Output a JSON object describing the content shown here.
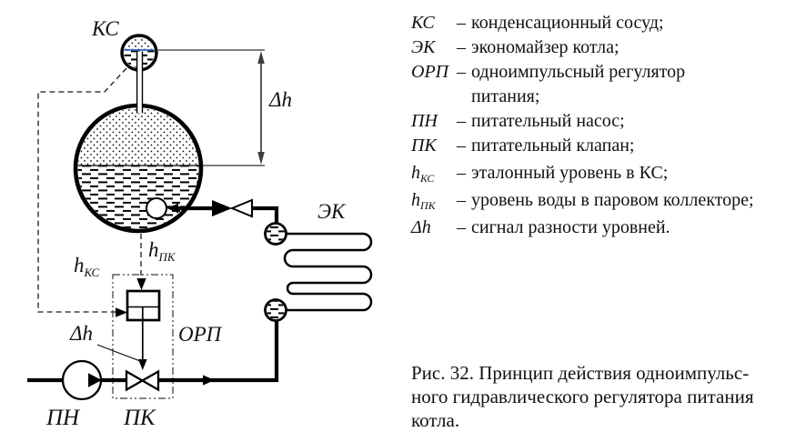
{
  "diagram": {
    "labels": {
      "kc": "КС",
      "delta_h_top": "Δh",
      "ek": "ЭК",
      "h_pk_base": "h",
      "h_pk_sub": "ПК",
      "h_kc_base": "h",
      "h_kc_sub": "КС",
      "orp": "ОРП",
      "delta_h_bottom": "Δh",
      "pn": "ПН",
      "pk": "ПК"
    },
    "colors": {
      "line": "#000000",
      "kc_water_level": "#2e62c4",
      "dimension_arrow": "#3d3d3d",
      "boundary_box": "#3a3a3a"
    }
  },
  "legend": {
    "dash": "–",
    "items": [
      {
        "term": "КС",
        "sub": "",
        "desc": "конденсационный сосуд;"
      },
      {
        "term": "ЭК",
        "sub": "",
        "desc": "экономайзер котла;"
      },
      {
        "term": "ОРП",
        "sub": "",
        "desc": "одноимпульсный регулятор\nпитания;"
      },
      {
        "term": "ПН",
        "sub": "",
        "desc": "питательный насос;"
      },
      {
        "term": "ПК",
        "sub": "",
        "desc": "питательный клапан;"
      },
      {
        "term": "h",
        "sub": "КС",
        "desc": "эталонный уровень в КС;"
      },
      {
        "term": "h",
        "sub": "ПК",
        "desc": "уровень воды в паровом коллекторе;"
      },
      {
        "term": "Δh",
        "sub": "",
        "desc": "сигнал разности уровней."
      }
    ]
  },
  "caption": "Рис. 32. Принцип действия одноимпульс-\nного гидравлического регулятора питания\nкотла."
}
